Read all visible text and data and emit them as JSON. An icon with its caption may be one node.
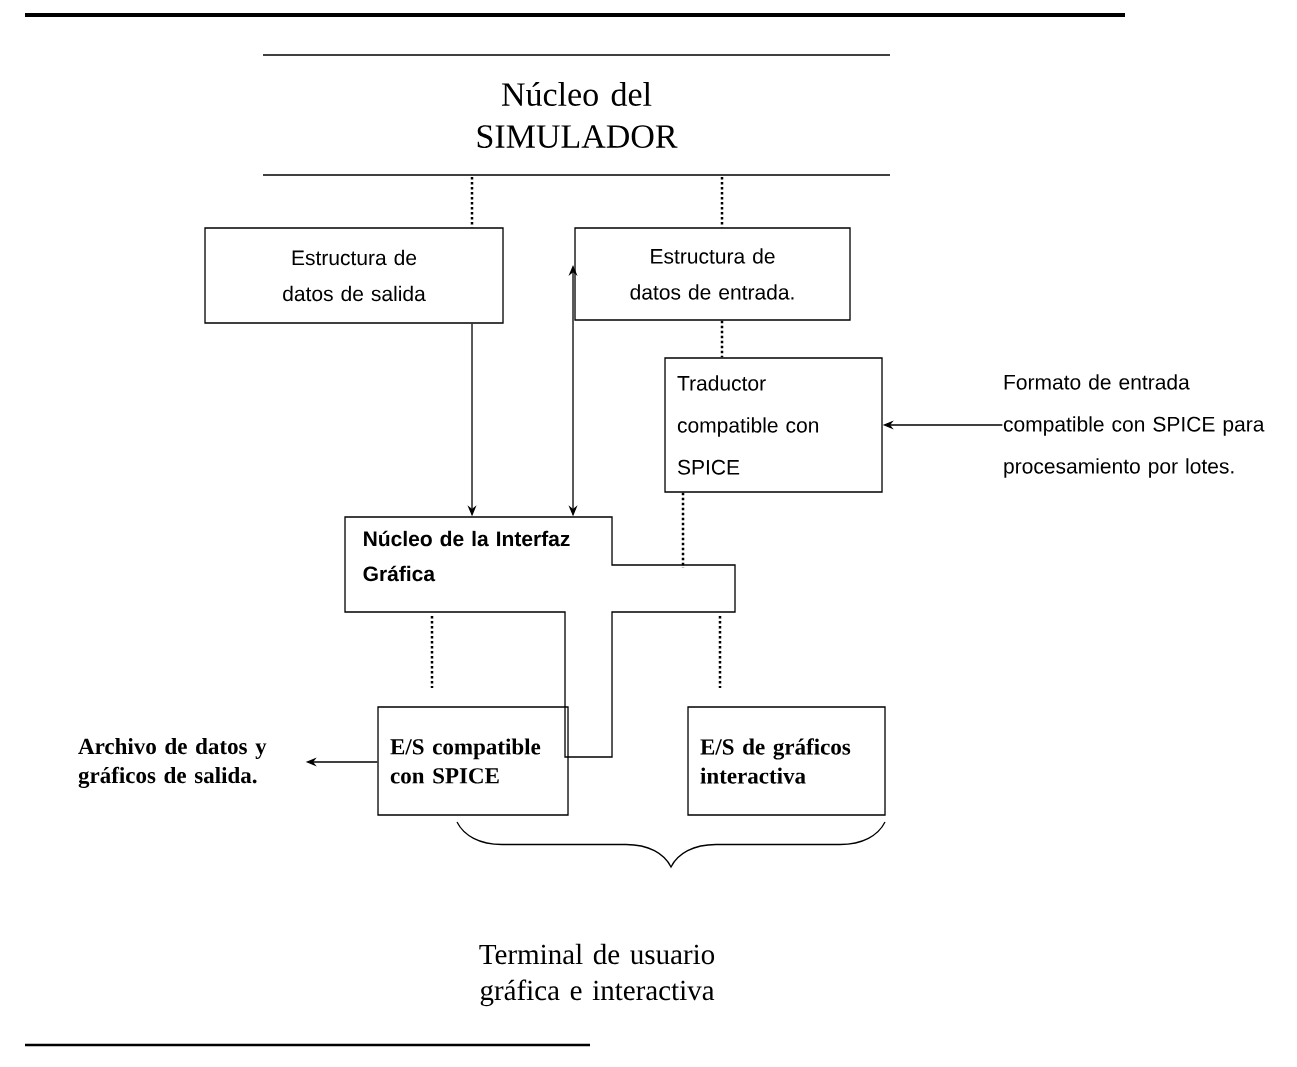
{
  "diagram": {
    "nodes": [
      {
        "text": [
          "Núcleo del SIMULADOR"
        ]
      },
      {
        "text": [
          "Estructura de datos de salida"
        ]
      },
      {
        "text": [
          "Estructura de datos de entrada."
        ]
      },
      {
        "text": [
          "Traductor compatible con SPICE"
        ]
      },
      {
        "text": [
          "Formato de entrada compatible con SPICE para procesamiento por lotes."
        ]
      },
      {
        "text": [
          "Núcleo de la Interfaz Gráfica"
        ]
      },
      {
        "text": [
          "Archivo de datos y gráficos de salida."
        ]
      },
      {
        "text": [
          "E/S compatible con SPICE"
        ]
      },
      {
        "text": [
          "E/S de gráficos interactiva"
        ]
      }
    ],
    "edges": [
      {
        "from": 0,
        "to": 1,
        "arrow": "none",
        "style": "dashed"
      },
      {
        "from": 0,
        "to": 2,
        "arrow": "none",
        "style": "dashed"
      },
      {
        "from": 1,
        "to": 5,
        "arrow": "to"
      },
      {
        "from": 2,
        "to": 5,
        "arrow": "both"
      },
      {
        "from": 2,
        "to": 3,
        "arrow": "none",
        "style": "dashed"
      },
      {
        "from": 4,
        "to": 3,
        "arrow": "to"
      },
      {
        "from": 3,
        "to": 5,
        "arrow": "none",
        "style": "dashed"
      },
      {
        "from": 5,
        "to": 7,
        "arrow": "none",
        "style": "dashed"
      },
      {
        "from": 5,
        "to": 8,
        "arrow": "none",
        "style": "dashed"
      },
      {
        "from": 7,
        "to": 6,
        "arrow": "to"
      }
    ],
    "labels": [
      "Terminal de usuario gráfica e interactiva"
    ]
  }
}
